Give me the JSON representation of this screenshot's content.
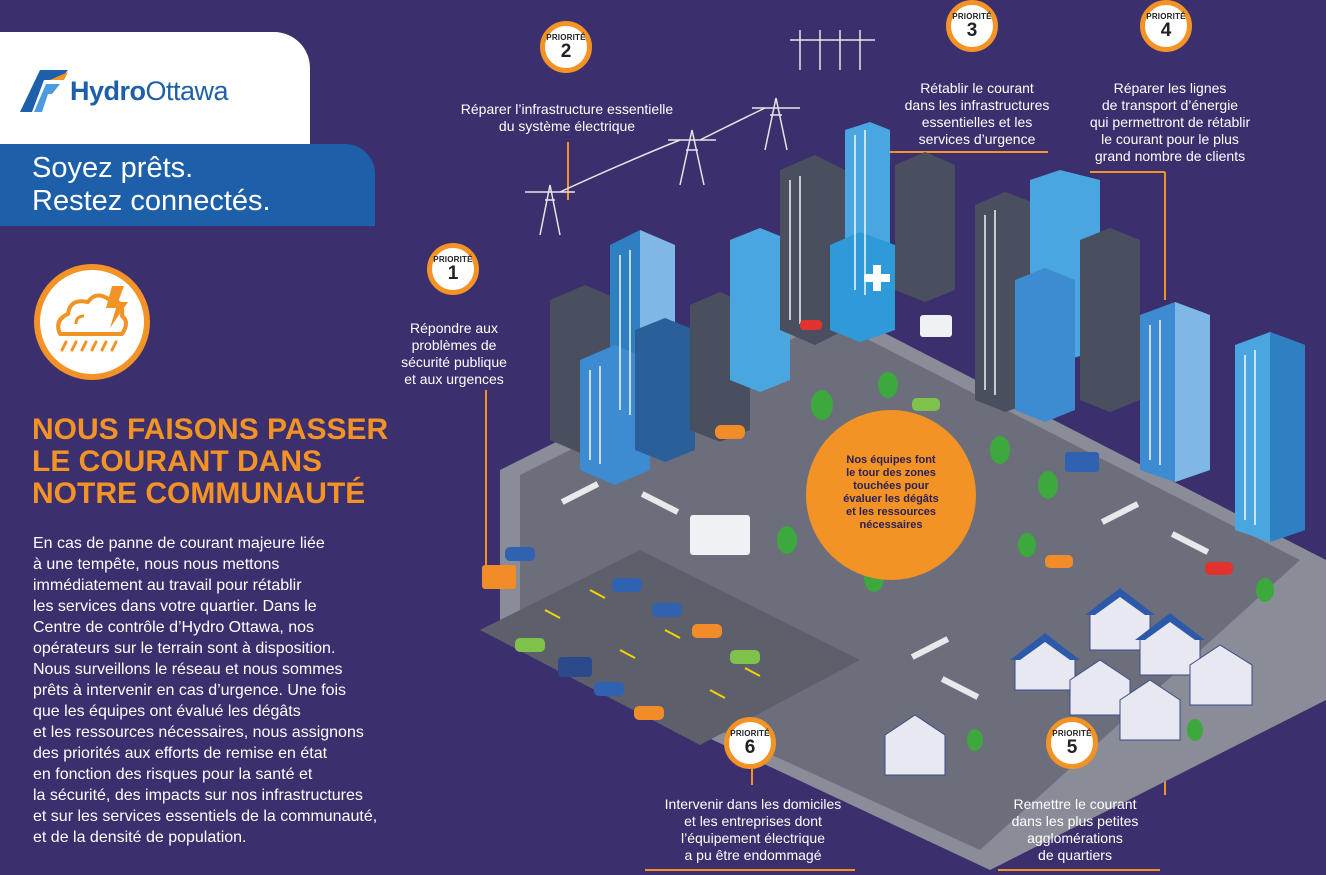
{
  "brand": {
    "name_bold": "Hydro",
    "name_regular": "Ottawa",
    "tagline_line1": "Soyez prêts.",
    "tagline_line2": "Restez connectés.",
    "colors": {
      "background": "#3b2f6e",
      "brand_blue": "#1d5fa8",
      "accent_orange": "#f39325"
    }
  },
  "icons": {
    "logo": "hydro-ottawa-logo-icon",
    "storm": "storm-cloud-lightning-icon",
    "hospital": "medical-cross-icon"
  },
  "heading": {
    "line1": "NOUS FAISONS PASSER",
    "line2": "LE COURANT DANS",
    "line3": "NOTRE COMMUNAUTÉ"
  },
  "body": {
    "lines": [
      "En cas de panne de courant majeure liée",
      "à une tempête, nous nous mettons",
      "immédiatement au travail pour rétablir",
      "les services dans votre quartier. Dans le",
      "Centre de contrôle d’Hydro Ottawa, nos",
      "opérateurs sur le terrain sont à disposition.",
      "Nous surveillons le réseau et nous sommes",
      "prêts à intervenir en cas d’urgence. Une fois",
      "que les équipes ont évalué les dégâts",
      "et les ressources nécessaires, nous assignons",
      "des priorités aux efforts de remise en état",
      "en fonction des risques pour la santé et",
      "la sécurité, des impacts sur nos infrastructures",
      "et sur les services essentiels de la communauté,",
      "et de la densité de population."
    ]
  },
  "priority_label": "PRIORITÉ",
  "priorities": [
    {
      "number": "1",
      "lines": [
        "Répondre aux",
        "problèmes de",
        "sécurité publique",
        "et aux urgences"
      ]
    },
    {
      "number": "2",
      "lines": [
        "Réparer l’infrastructure essentielle",
        "du système électrique"
      ]
    },
    {
      "number": "3",
      "lines": [
        "Rétablir le courant",
        "dans les infrastructures",
        "essentielles et les",
        "services d’urgence"
      ]
    },
    {
      "number": "4",
      "lines": [
        "Réparer les lignes",
        "de transport d’énergie",
        "qui permettront de rétablir",
        "le courant pour le plus",
        "grand nombre de clients"
      ]
    },
    {
      "number": "5",
      "lines": [
        "Remettre le courant",
        "dans les plus petites",
        "agglomérations",
        "de quartiers"
      ]
    },
    {
      "number": "6",
      "lines": [
        "Intervenir dans les domiciles",
        "et les entreprises dont",
        "l’équipement électrique",
        "a pu être endommagé"
      ]
    }
  ],
  "teams_note": {
    "lines": [
      "Nos équipes font",
      "le tour des zones",
      "touchées pour",
      "évaluer les dégâts",
      "et les ressources",
      "nécessaires"
    ]
  }
}
